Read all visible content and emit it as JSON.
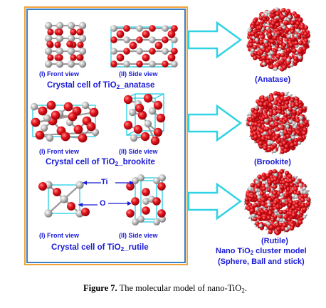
{
  "anatase": {
    "front": "(I) Front view",
    "side": "(II) Side view",
    "title_pre": "Crystal cell of TiO",
    "title_sub": "2",
    "title_post": "_anatase",
    "cluster": "(Anatase)"
  },
  "brookite": {
    "front": "(I) Front view",
    "side": "(II) Side view",
    "title_pre": "Crystal cell of TiO",
    "title_sub": "2",
    "title_post": "_brookite",
    "cluster": "(Brookite)"
  },
  "rutile": {
    "front": "(I) Front view",
    "side": "(II) Side view",
    "title_pre": "Crystal cell of TiO",
    "title_sub": "2",
    "title_post": "_rutile",
    "cluster": "(Rutile)",
    "ti": "Ti",
    "o": "O"
  },
  "model": {
    "line1_pre": "Nano TiO",
    "line1_sub": "2",
    "line1_post": " cluster model",
    "line2": "(Sphere, Ball and stick)"
  },
  "caption": {
    "label": "Figure 7.",
    "text": " The molecular model of nano-TiO",
    "sub": "2",
    "end": "."
  },
  "colors": {
    "frame_blue": "#3d7fc4",
    "frame_orange": "#f2a33a",
    "text_blue": "#1a1ad6",
    "oxygen_red": "#e0141e",
    "titanium_gray": "#b4b4b4",
    "cell_cyan": "#30d2e6"
  }
}
